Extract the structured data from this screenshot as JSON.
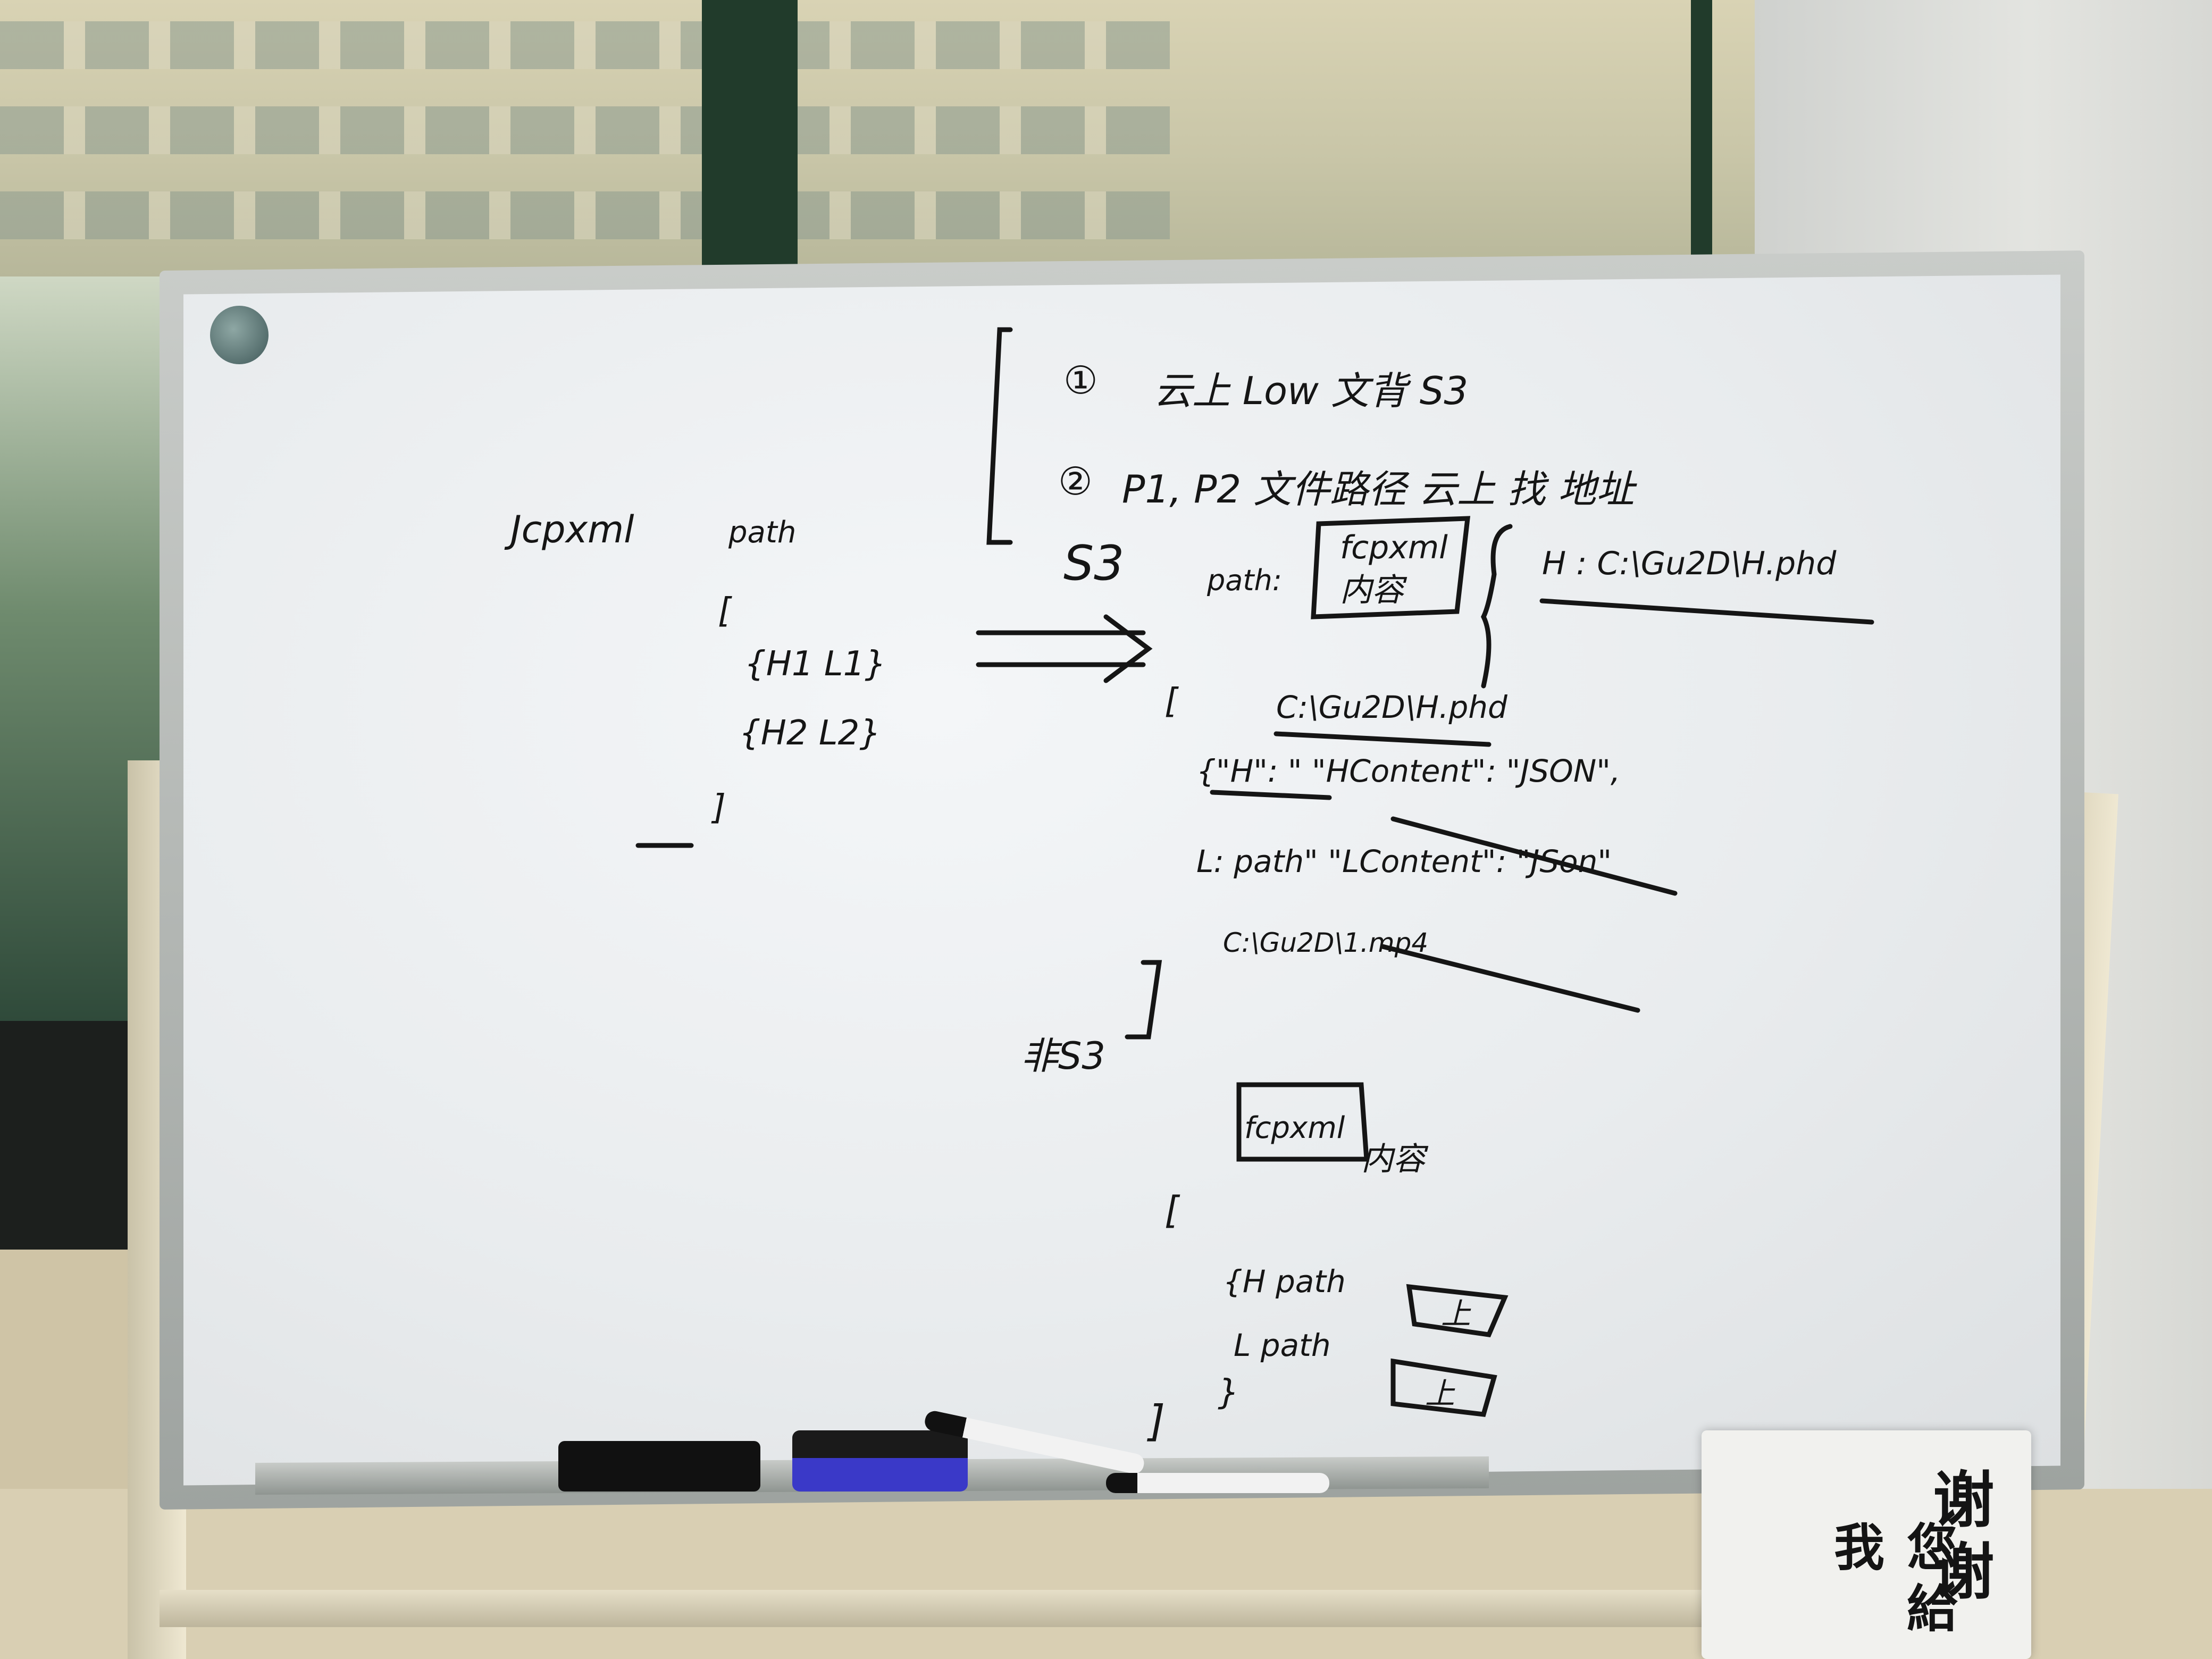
{
  "whiteboard": {
    "left_block": {
      "heading_left": "Jcpxml",
      "heading_right": "path",
      "list_open": "[",
      "row1": "{H1   L1}",
      "row2": "{H2   L2}",
      "list_close": "]"
    },
    "steps": {
      "step1_num": "①",
      "step1_text": "云上 Low 文背 S3",
      "step2_num": "②",
      "step2_text": "P1, P2 文件路径 云上 找 地址",
      "s3_label": "S3",
      "path_label": "path:",
      "box_line1": "fcpxml",
      "box_line2": "内容",
      "h_path": "H : C:\\Gu2D\\H.phd"
    },
    "json_block": {
      "open": "[",
      "h_path": "C:\\Gu2D\\H.phd",
      "h_line": "{\"H\": \"   \"HContent\": \"JSON\",",
      "l_line": "L: path\"   \"LContent\": \"JSon\"",
      "l_path": "C:\\Gu2D\\1.mp4",
      "close": "]",
      "side_note": "非S3"
    },
    "bottom_block": {
      "box_text": "fcpxml",
      "after_box": "内容",
      "open": "[",
      "row1": "{H path",
      "row2": "L path",
      "brace": "}",
      "close": "]",
      "upload_1": "上",
      "upload_2": "上"
    }
  },
  "sign": {
    "col1": "谢谢",
    "col2": "您給我"
  }
}
